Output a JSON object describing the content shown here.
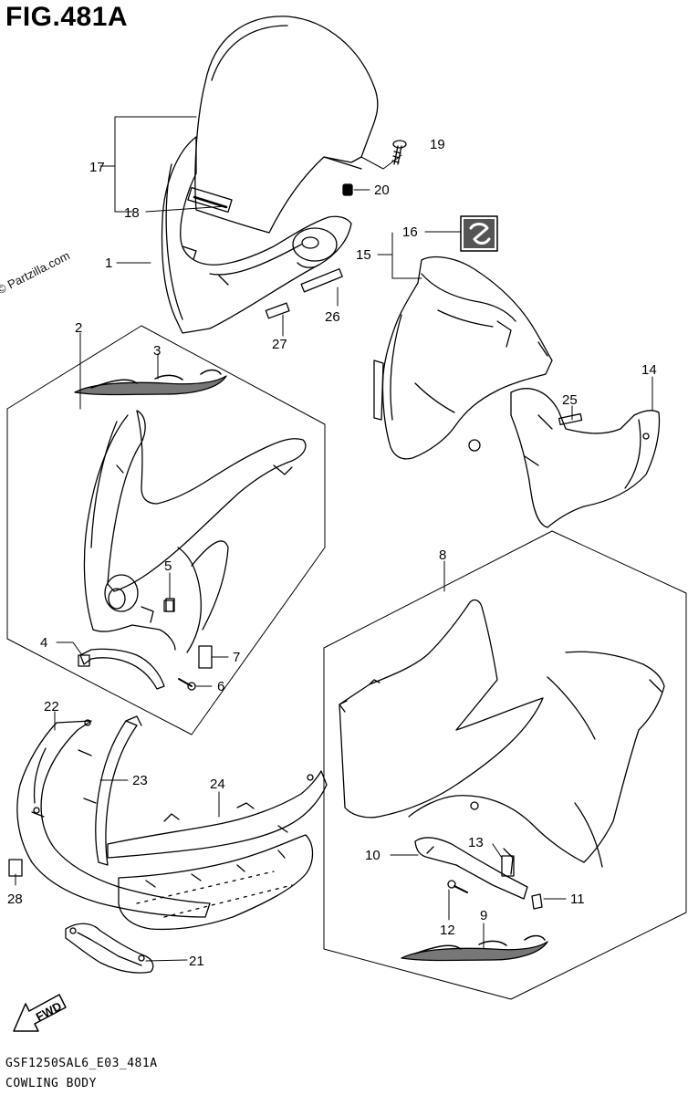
{
  "figure": {
    "title": "FIG.481A",
    "watermark": "© Partzilla.com",
    "footer_code": "GSF1250SAL6_E03_481A",
    "footer_caption": "COWLING BODY",
    "fwd_label": "FWD"
  },
  "callouts": [
    "1",
    "2",
    "3",
    "4",
    "5",
    "6",
    "7",
    "8",
    "9",
    "10",
    "11",
    "12",
    "13",
    "14",
    "15",
    "16",
    "17",
    "18",
    "19",
    "20",
    "21",
    "22",
    "23",
    "24",
    "25",
    "26",
    "27",
    "28"
  ]
}
